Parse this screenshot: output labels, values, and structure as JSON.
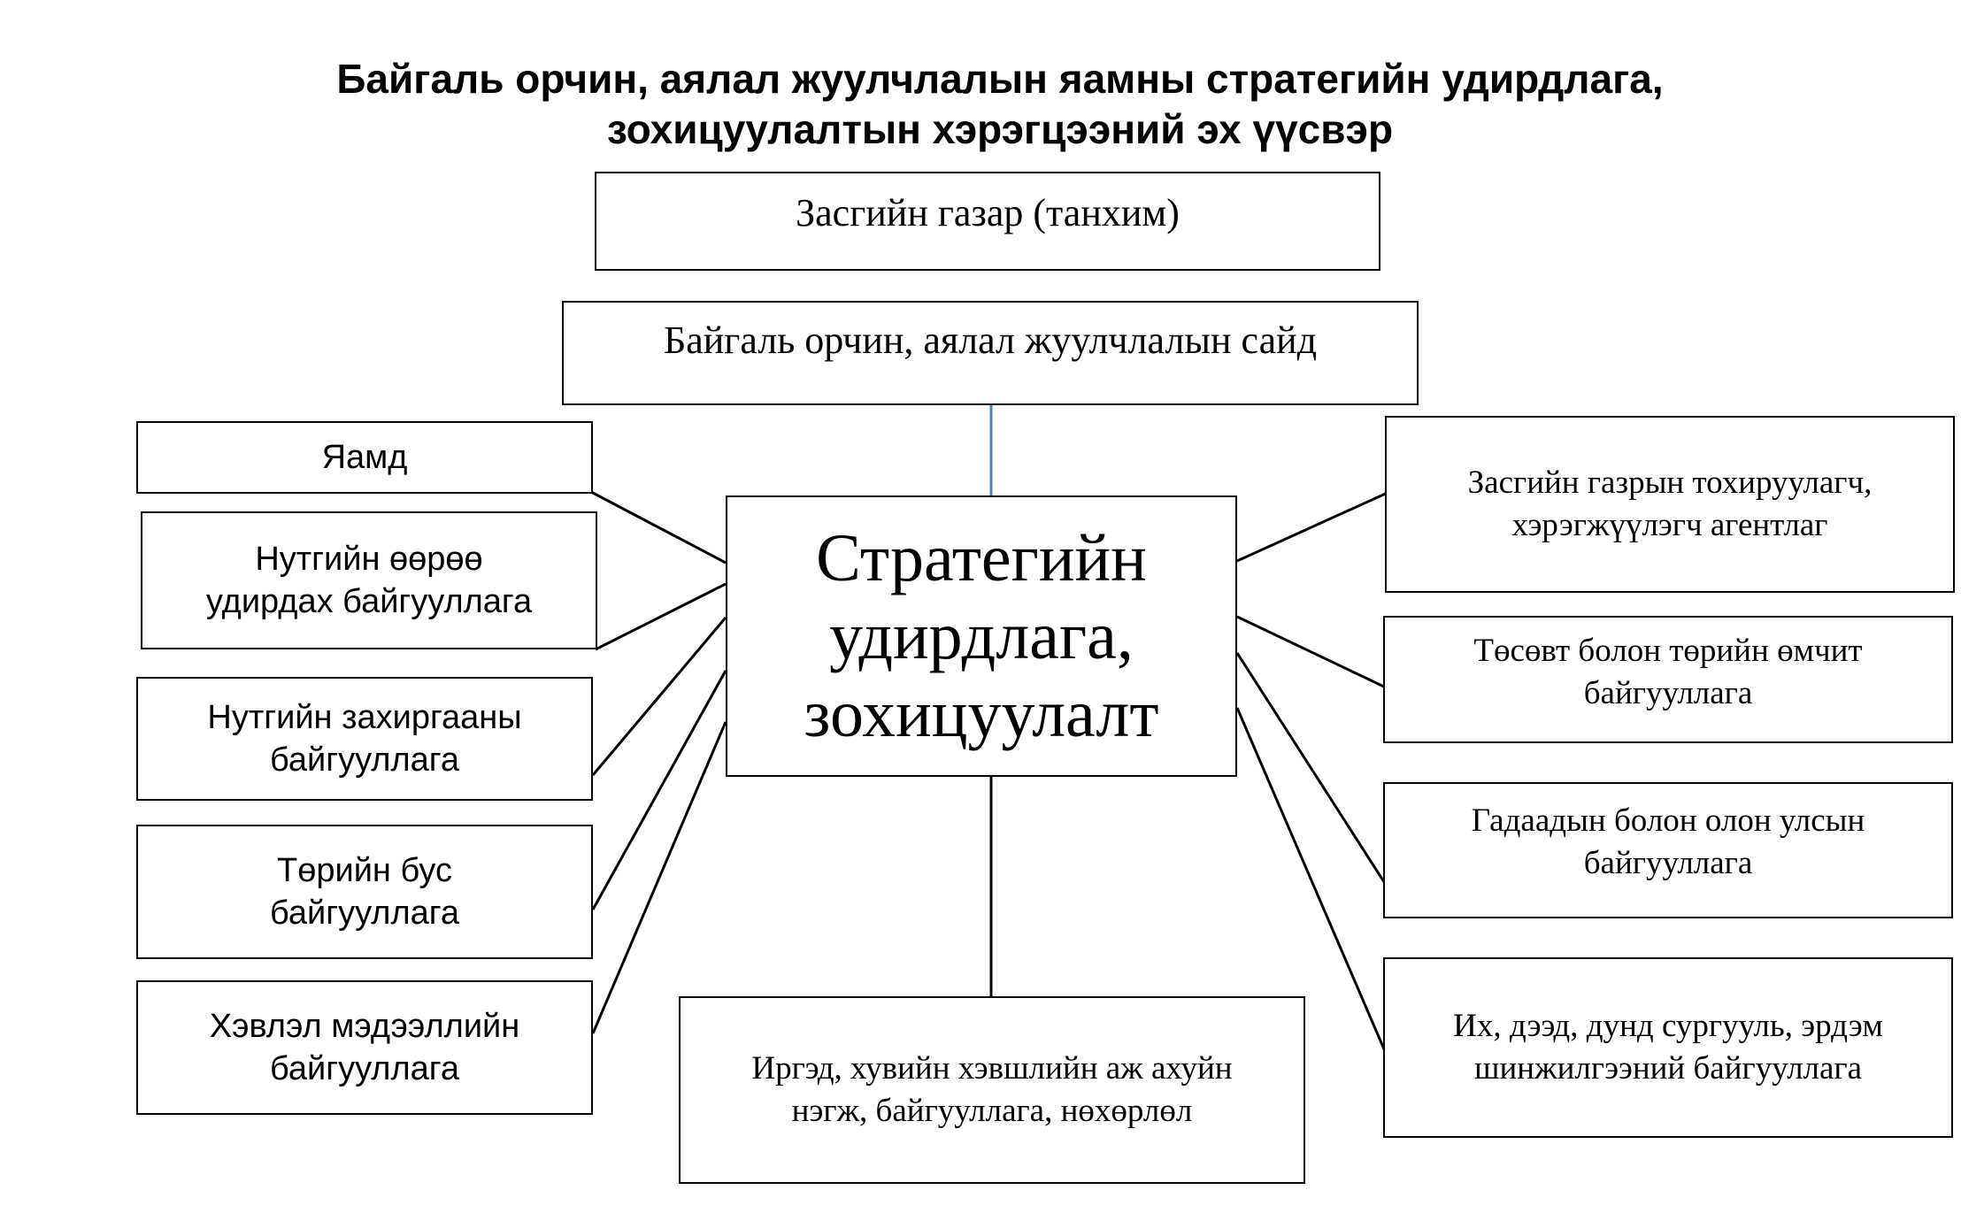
{
  "title": {
    "line1": "Байгаль орчин, аялал жуулчлалын яамны стратегийн удирдлага,",
    "line2": "зохицуулалтын хэрэгцээний эх үүсвэр"
  },
  "center": {
    "line1": "Стратегийн",
    "line2": "удирдлага,",
    "line3": "зохицуулалт"
  },
  "top_boxes": {
    "government": "Засгийн газар (танхим)",
    "minister": "Байгаль орчин, аялал жуулчлалын сайд"
  },
  "left_boxes": {
    "ministries": {
      "line1": "Яамд"
    },
    "local_self_government": {
      "line1": "Нутгийн өөрөө",
      "line2": "удирдах байгууллага"
    },
    "local_administration": {
      "line1": "Нутгийн захиргааны",
      "line2": "байгууллага"
    },
    "ngo": {
      "line1": "Төрийн бус",
      "line2": "байгууллага"
    },
    "media": {
      "line1": "Хэвлэл мэдээллийн",
      "line2": "байгууллага"
    }
  },
  "right_boxes": {
    "agencies": {
      "line1": "Засгийн газрын тохируулагч,",
      "line2": "хэрэгжүүлэгч агентлаг"
    },
    "budget_state_owned": {
      "line1": "Төсөвт болон төрийн өмчит",
      "line2": "байгууллага"
    },
    "international": {
      "line1": "Гадаадын болон олон улсын",
      "line2": "байгууллага"
    },
    "academia": {
      "line1": "Их, дээд, дунд сургууль, эрдэм",
      "line2": "шинжилгээний байгууллага"
    }
  },
  "bottom_box": {
    "line1": "Иргэд, хувийн хэвшлийн аж ахуйн",
    "line2": "нэгж, байгууллага, нөхөрлөл"
  },
  "colors": {
    "connector": "#000000",
    "vertical_connector": "#4a7ebb",
    "border": "#000000"
  }
}
